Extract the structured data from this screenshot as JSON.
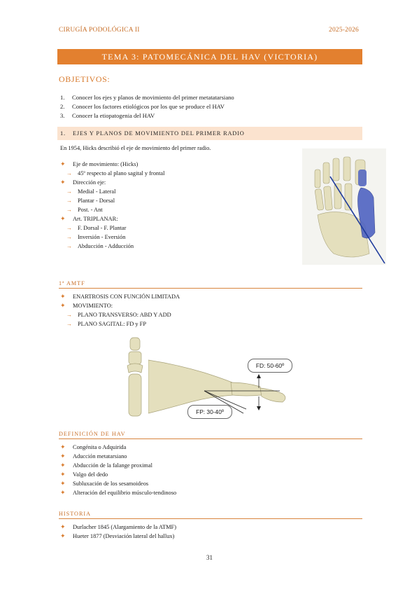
{
  "header": {
    "left": "CIRUGÍA PODOLÓGICA II",
    "right": "2025-2026"
  },
  "title": "TEMA 3: PATOMECÁNICA DEL HAV (VICTORIA)",
  "objectives": {
    "heading": "OBJETIVOS:",
    "items": [
      "Conocer los ejes y planos de movimiento del primer metatatarsiano",
      "Conocer los factores etiológicos por los que se produce el HAV",
      "Conocer la etiopatogenia del HAV"
    ]
  },
  "section1": {
    "number": "1.",
    "title": "EJES Y PLANOS DE MOVIMIENTO DEL PRIMER RADIO",
    "intro": "En 1954, Hicks describió el eje de movimiento del primer radio.",
    "list": [
      {
        "level": 1,
        "text": "Eje de movimiento: (Hicks)"
      },
      {
        "level": 2,
        "text": "45º respecto al plano sagital y frontal"
      },
      {
        "level": 1,
        "text": "Dirección eje:"
      },
      {
        "level": 2,
        "text": "Medial - Lateral"
      },
      {
        "level": 2,
        "text": "Plantar - Dorsal"
      },
      {
        "level": 2,
        "text": "Post. - Ant"
      },
      {
        "level": 1,
        "text": "Art. TRIPLANAR:"
      },
      {
        "level": 2,
        "text": "F. Dorsal - F. Plantar"
      },
      {
        "level": 2,
        "text": "Inversión - Eversión"
      },
      {
        "level": 2,
        "text": "Abducción - Adducción"
      }
    ]
  },
  "amtf": {
    "heading": "1ª AMTF",
    "list": [
      {
        "level": 1,
        "text": "ENARTROSIS CON FUNCIÓN LIMITADA"
      },
      {
        "level": 1,
        "text": "MOVIMIENTO:"
      },
      {
        "level": 2,
        "text": "PLANO TRANSVERSO: ABD Y ADD"
      },
      {
        "level": 2,
        "text": "PLANO SAGITAL: FD y FP"
      }
    ],
    "figure_labels": {
      "fd": "FD: 50-60º",
      "fp": "FP: 30-40º"
    }
  },
  "definition": {
    "heading": "DEFINICIÓN DE HAV",
    "list": [
      "Congénita o Adquirida",
      "Aducción metatarsiano",
      "Abducción de la falange proximal",
      "Valgo del dedo",
      "Subluxación de los sesamoideos",
      "Alteración del equilibrio músculo-tendinoso"
    ]
  },
  "history": {
    "heading": "HISTORIA",
    "list": [
      "Durlacher 1845 (Alargamiento de la ATMF)",
      "Hueter 1877 (Desviación lateral del hallux)"
    ]
  },
  "page_number": "31",
  "colors": {
    "accent": "#e3802f",
    "section_bg": "#fbe3cf",
    "bone": "#e6e0c0",
    "highlight": "#4a5fbf"
  }
}
